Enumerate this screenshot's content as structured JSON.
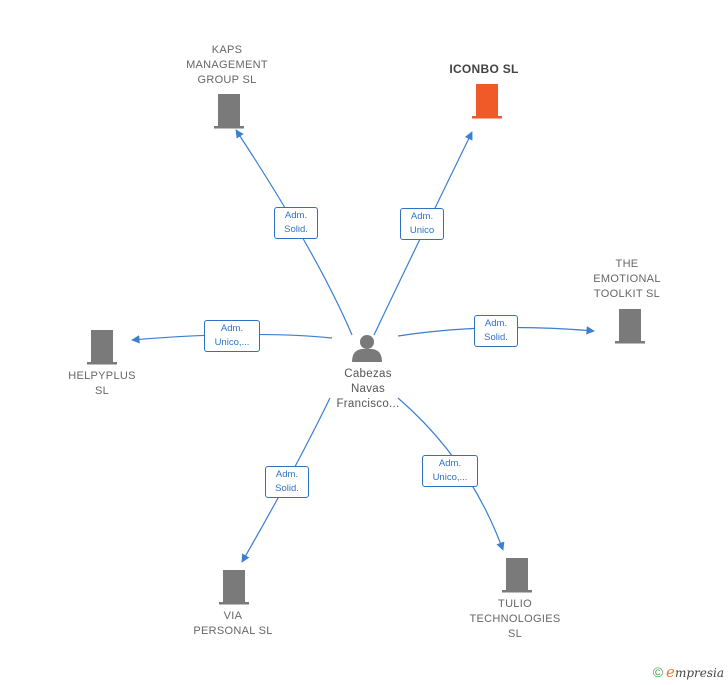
{
  "center": {
    "name": "Cabezas\nNavas\nFrancisco...",
    "icon": "person-icon"
  },
  "companies": [
    {
      "id": "kaps",
      "name": "KAPS\nMANAGEMENT\nGROUP SL",
      "role": "Adm.\nSolid.",
      "highlight": false
    },
    {
      "id": "iconbo",
      "name": "ICONBO SL",
      "role": "Adm.\nUnico",
      "highlight": true
    },
    {
      "id": "emotional",
      "name": "THE\nEMOTIONAL\nTOOLKIT SL",
      "role": "Adm.\nSolid.",
      "highlight": false
    },
    {
      "id": "helpyplus",
      "name": "HELPYPLUS\nSL",
      "role": "Adm.\nUnico,...",
      "highlight": false
    },
    {
      "id": "via",
      "name": "VIA\nPERSONAL SL",
      "role": "Adm.\nSolid.",
      "highlight": false
    },
    {
      "id": "tulio",
      "name": "TULIO\nTECHNOLOGIES\nSL",
      "role": "Adm.\nUnico,...",
      "highlight": false
    }
  ],
  "colors": {
    "edge": "#3a7fd0",
    "building": "#7a7a7a",
    "building_highlight": "#f05a28",
    "person": "#7a7a7a"
  },
  "footer": {
    "copyright": "©",
    "brand_initial": "e",
    "brand_rest": "mpresia"
  }
}
